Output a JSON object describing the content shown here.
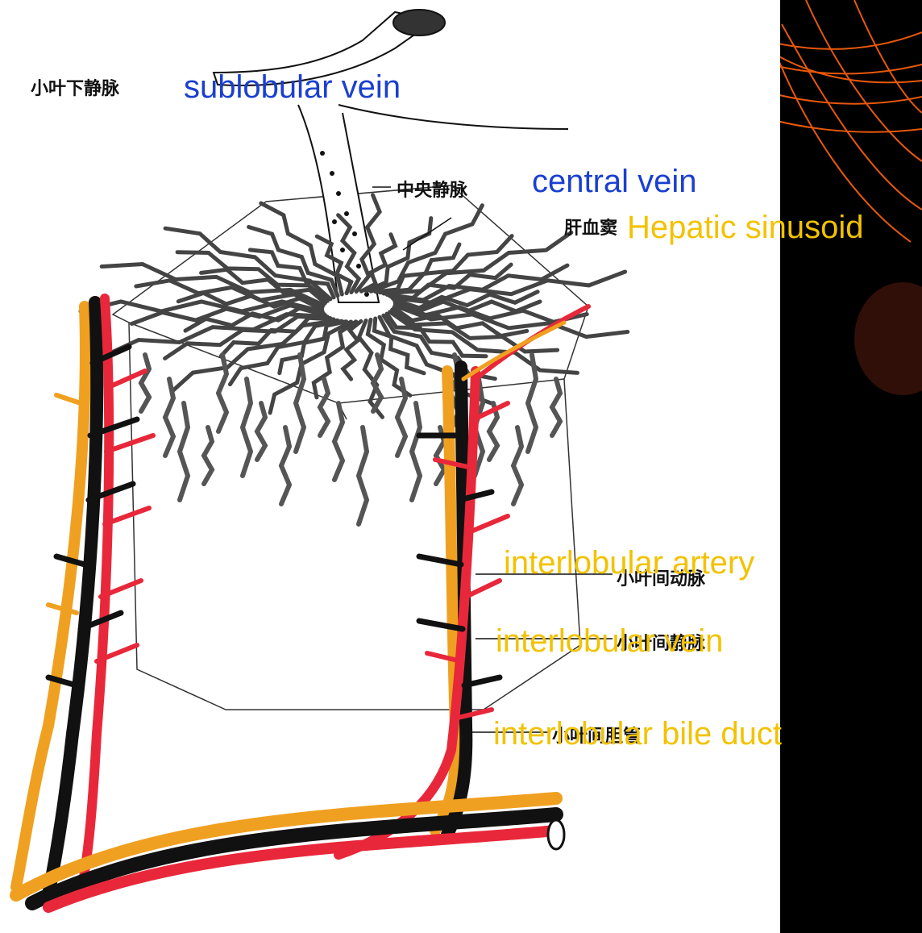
{
  "slide": {
    "background_color": "#000000",
    "decoration_color": "#e8580a",
    "figure_background": "#ffffff"
  },
  "labels": {
    "sublobular_vein": {
      "cn": "小叶下静脉",
      "en": "sublobular vein",
      "en_color": "#1a3fd1"
    },
    "central_vein": {
      "cn": "中央静脉",
      "en": "central vein",
      "en_color": "#1a3fd1"
    },
    "hepatic_sinusoid": {
      "cn": "肝血窦",
      "en": "Hepatic sinusoid",
      "en_color": "#f2c200"
    },
    "interlobular_artery": {
      "cn": "小叶间动脉",
      "en": "interlobular artery",
      "en_color": "#f2c200"
    },
    "interlobular_vein": {
      "cn": "小叶间静脉",
      "en": "interlobular vein",
      "en_color": "#f2c200"
    },
    "interlobular_bile_duct": {
      "cn": "小叶间胆管",
      "en": "interlobular bile duct",
      "en_color": "#f2c200"
    }
  },
  "vessel_colors": {
    "artery": "#e8283a",
    "vein": "#111111",
    "bile_duct": "#f0a020"
  }
}
